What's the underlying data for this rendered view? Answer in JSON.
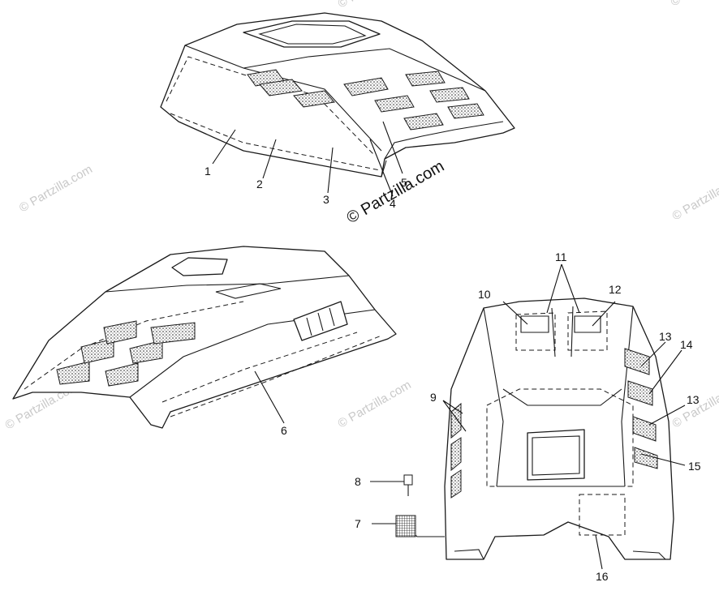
{
  "watermarks": {
    "main": "© Partzilla.com",
    "repeat": "© Partzilla.com"
  },
  "callouts": [
    "1",
    "2",
    "3",
    "4",
    "5",
    "6",
    "7",
    "8",
    "9",
    "10",
    "11",
    "12",
    "13",
    "14",
    "13",
    "15",
    "16"
  ]
}
